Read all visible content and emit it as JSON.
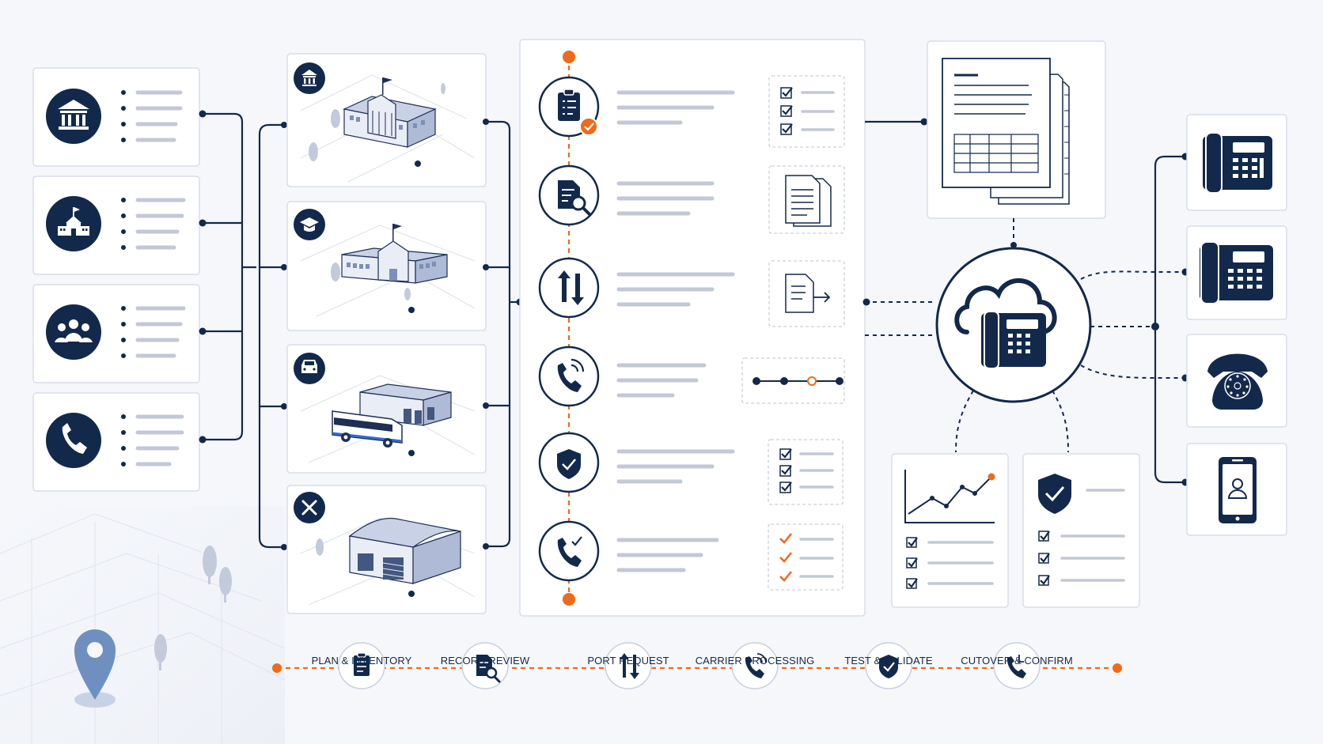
{
  "steps": [
    {
      "label": "PLAN & INVENTORY",
      "icon": "clipboard-icon"
    },
    {
      "label": "RECORD REVIEW",
      "icon": "document-search-icon"
    },
    {
      "label": "PORT REQUEST",
      "icon": "transfer-arrows-icon"
    },
    {
      "label": "CARRIER PROCESSING",
      "icon": "phone-signal-icon"
    },
    {
      "label": "TEST & VALIDATE",
      "icon": "shield-check-icon"
    },
    {
      "label": "CUTOVER & CONFIRM",
      "icon": "phone-check-icon"
    }
  ],
  "colors": {
    "navy": "#13294b",
    "accent": "#ef6a1a",
    "border": "#d9dee8"
  }
}
